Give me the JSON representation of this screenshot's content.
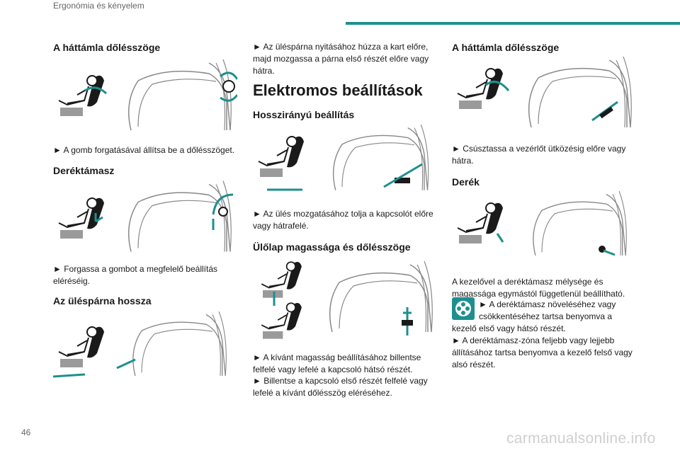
{
  "header": {
    "section": "Ergonómia és kényelem"
  },
  "page_number": "46",
  "watermark": "carmanualsonline.info",
  "col1": {
    "h_backrest": "A háttámla dőlésszöge",
    "p_backrest": "► A gomb forgatásával állítsa be a dőlésszöget.",
    "h_lumbar": "Deréktámasz",
    "p_lumbar": "► Forgassa a gombot a megfelelő beállítás eléréséig.",
    "h_cushion": "Az üléspárna hossza"
  },
  "col2": {
    "p_cushion": "► Az üléspárna nyitásához húzza a kart előre, majd mozgassa a párna első részét előre vagy hátra.",
    "h_electric": "Elektromos beállítások",
    "h_longitudinal": "Hosszirányú beállítás",
    "p_longitudinal": "► Az ülés mozgatásához tolja a kapcsolót előre vagy hátrafelé.",
    "h_height": "Ülőlap magassága és dőlésszöge",
    "p_height1": "► A kívánt magasság beállításához billentse felfelé vagy lefelé a kapcsoló hátsó részét.",
    "p_height2": "► Billentse a kapcsoló első részét felfelé vagy lefelé a kívánt dőlésszög eléréséhez."
  },
  "col3": {
    "h_backrest": "A háttámla dőlésszöge",
    "p_backrest": "► Csúsztassa a vezérlőt ütközésig előre vagy hátra.",
    "h_lumbar": "Derék",
    "p_lumbar_intro": "A kezelővel a deréktámasz mélysége és magassága egymástól függetlenül beállítható.",
    "p_lumbar_1a": "► A deréktámasz növeléséhez vagy",
    "p_lumbar_1b": "csökkentéséhez tartsa benyomva a",
    "p_lumbar_1c": "kezelő első vagy hátsó részét.",
    "p_lumbar_2": "► A deréktámasz-zóna feljebb vagy lejjebb állításához tartsa benyomva a kezelő felső vagy alsó részét."
  },
  "colors": {
    "accent": "#1e8f8f",
    "figure_gray": "#9a9a9a",
    "seat_line": "#888888"
  },
  "icons": [
    "person-seat-icon",
    "seat-illustration",
    "arrow-icon",
    "lumbar-control-icon"
  ]
}
